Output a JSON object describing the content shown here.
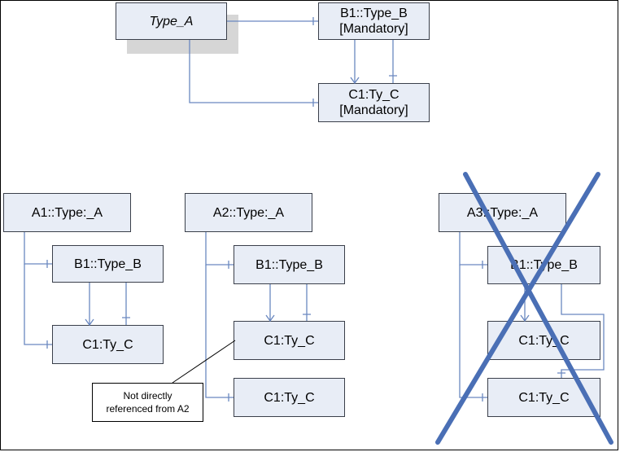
{
  "top": {
    "type_a": "Type_A",
    "b1_line1": "B1::Type_B",
    "b1_line2": "[Mandatory]",
    "c1_line1": "C1:Ty_C",
    "c1_line2": "[Mandatory]"
  },
  "a1": {
    "title": "A1::Type:_A",
    "b1": "B1::Type_B",
    "c1": "C1:Ty_C"
  },
  "a2": {
    "title": "A2::Type:_A",
    "b1": "B1::Type_B",
    "c1_upper": "C1:Ty_C",
    "c1_lower": "C1:Ty_C",
    "note_line1": "Not directly",
    "note_line2": "referenced from A2"
  },
  "a3": {
    "title": "A3::Type:_A",
    "b1": "B1::Type_B",
    "c1_upper": "C1:Ty_C",
    "c1_lower": "C1:Ty_C"
  },
  "colors": {
    "box_fill": "#e8edf6",
    "line": "#6a88c0",
    "cross": "#4a6fb5"
  }
}
